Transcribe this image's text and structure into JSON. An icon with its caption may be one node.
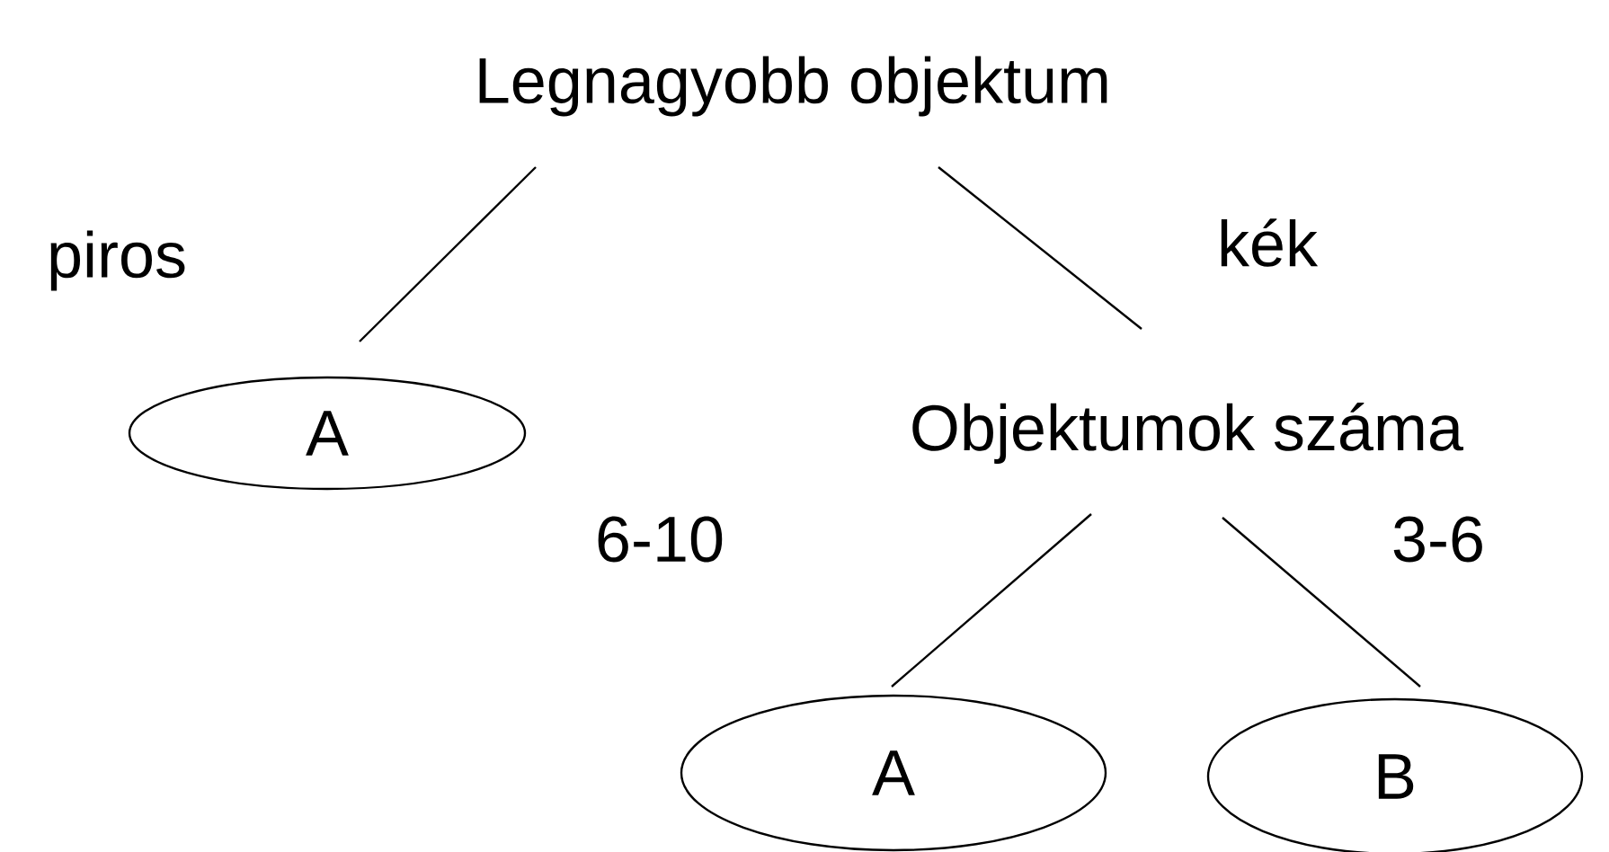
{
  "diagram": {
    "nodes": [
      {
        "text": [
          "Legnagyobb objektum"
        ]
      },
      {
        "text": [
          "A"
        ]
      },
      {
        "text": [
          "Objektumok száma"
        ]
      },
      {
        "text": [
          "A"
        ]
      },
      {
        "text": [
          "B"
        ]
      }
    ],
    "edges": [
      {
        "from": 0,
        "to": 1,
        "arrow": "none",
        "label": "piros"
      },
      {
        "from": 0,
        "to": 2,
        "arrow": "none",
        "label": "kék"
      },
      {
        "from": 2,
        "to": 3,
        "arrow": "none",
        "label": "6-10"
      },
      {
        "from": 2,
        "to": 4,
        "arrow": "none",
        "label": "3-6"
      }
    ]
  }
}
